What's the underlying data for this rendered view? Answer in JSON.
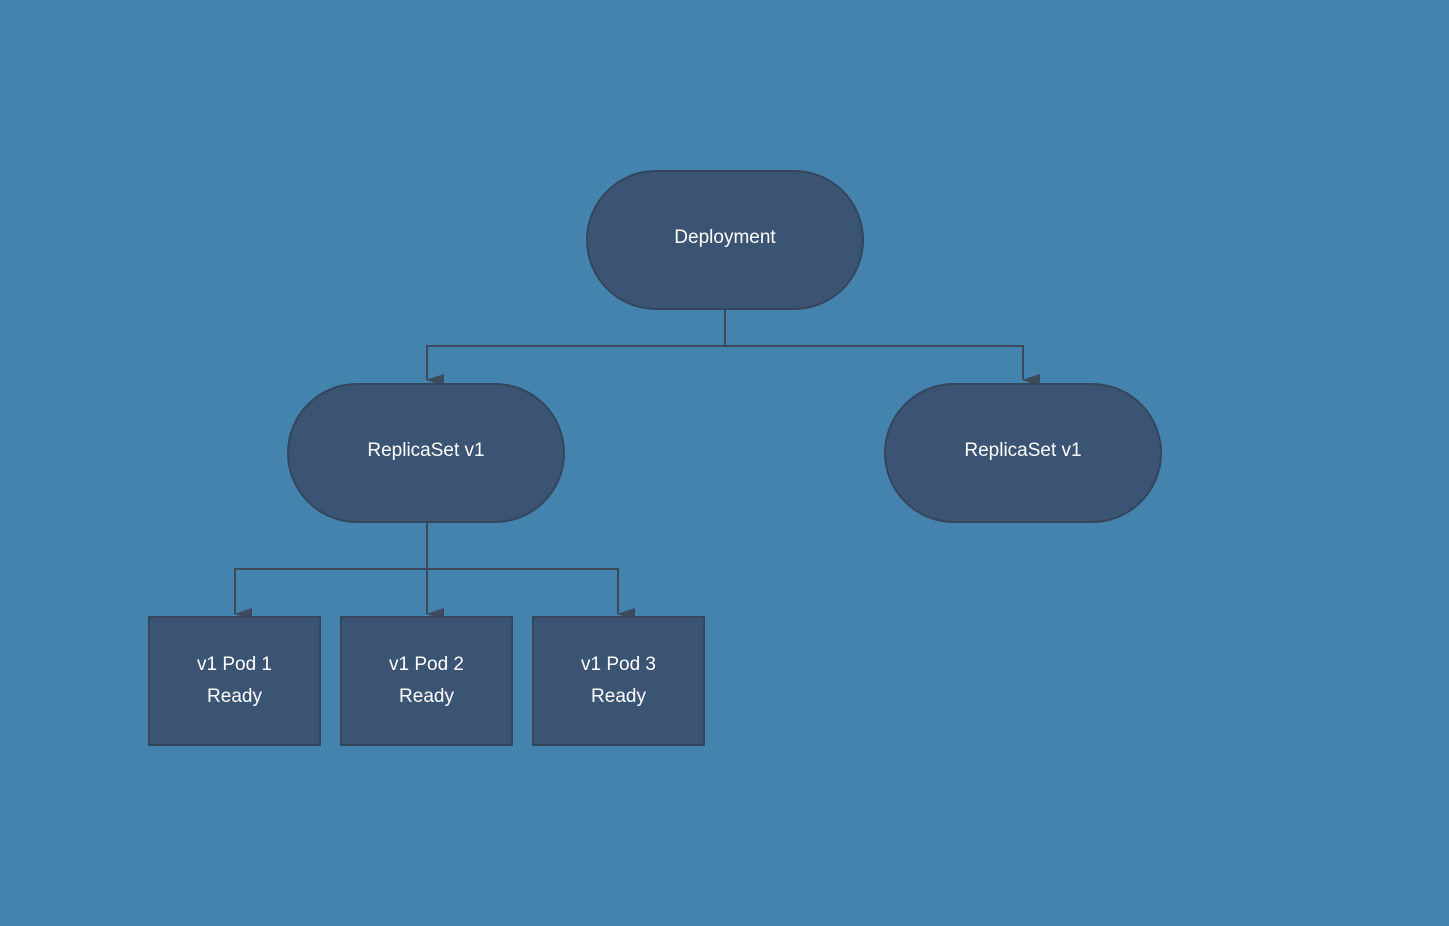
{
  "colors": {
    "background": "#4383ae",
    "node_fill": "#3c5474",
    "node_border": "#34455c",
    "edge": "#3c4a5c",
    "text": "#ffffff"
  },
  "diagram": {
    "deployment": {
      "label": "Deployment"
    },
    "replicasets": [
      {
        "label": "ReplicaSet v1"
      },
      {
        "label": "ReplicaSet v1"
      }
    ],
    "pods": [
      {
        "name": "v1 Pod 1",
        "status": "Ready"
      },
      {
        "name": "v1 Pod 2",
        "status": "Ready"
      },
      {
        "name": "v1 Pod 3",
        "status": "Ready"
      }
    ]
  }
}
